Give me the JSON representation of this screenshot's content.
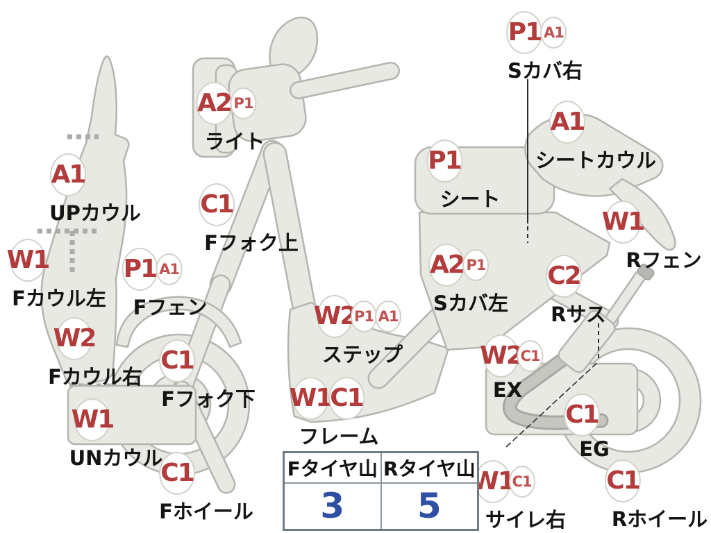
{
  "diagram": {
    "markers": [
      {
        "codes": [
          "A1"
        ],
        "label": "UPカウル"
      },
      {
        "codes": [
          "W1"
        ],
        "label": "Fカウル左"
      },
      {
        "codes": [
          "W2"
        ],
        "label": "Fカウル右"
      },
      {
        "codes": [
          "W1"
        ],
        "label": "UNカウル"
      },
      {
        "codes": [
          "C1"
        ],
        "label": "Fホイール"
      },
      {
        "codes": [
          "P1",
          "A1"
        ],
        "label": "Fフェン"
      },
      {
        "codes": [
          "A2",
          "P1"
        ],
        "label": "ライト"
      },
      {
        "codes": [
          "C1"
        ],
        "label": "Fフォク上"
      },
      {
        "codes": [
          "C1"
        ],
        "label": "Fフォク下"
      },
      {
        "codes": [
          "W2",
          "P1",
          "A1"
        ],
        "label": "ステップ"
      },
      {
        "codes": [
          "W1",
          "C1"
        ],
        "label": "フレーム"
      },
      {
        "codes": [
          "P1"
        ],
        "label": "シート"
      },
      {
        "codes": [
          "A2",
          "P1"
        ],
        "label": "Sカバ左"
      },
      {
        "codes": [
          "P1",
          "A1"
        ],
        "label": "Sカバ右"
      },
      {
        "codes": [
          "A1"
        ],
        "label": "シートカウル"
      },
      {
        "codes": [
          "W1"
        ],
        "label": "Rフェン"
      },
      {
        "codes": [
          "C2"
        ],
        "label": "Rサス"
      },
      {
        "codes": [
          "W2",
          "C1"
        ],
        "label": "EX"
      },
      {
        "codes": [
          "C1"
        ],
        "label": "EG"
      },
      {
        "codes": [
          "C1"
        ],
        "label": "Rホイール"
      },
      {
        "codes": [
          "W1",
          "C1"
        ],
        "label": "サイレ右"
      }
    ]
  },
  "tire_table": {
    "columns": [
      {
        "header": "Fタイヤ山",
        "value": "3"
      },
      {
        "header": "Rタイヤ山",
        "value": "5"
      }
    ]
  },
  "colors": {
    "code_red": "#b23b3b",
    "tire_value_blue": "#2e4fa3",
    "body_fill": "#e9e9e4",
    "body_stroke": "#b5b5b0"
  }
}
